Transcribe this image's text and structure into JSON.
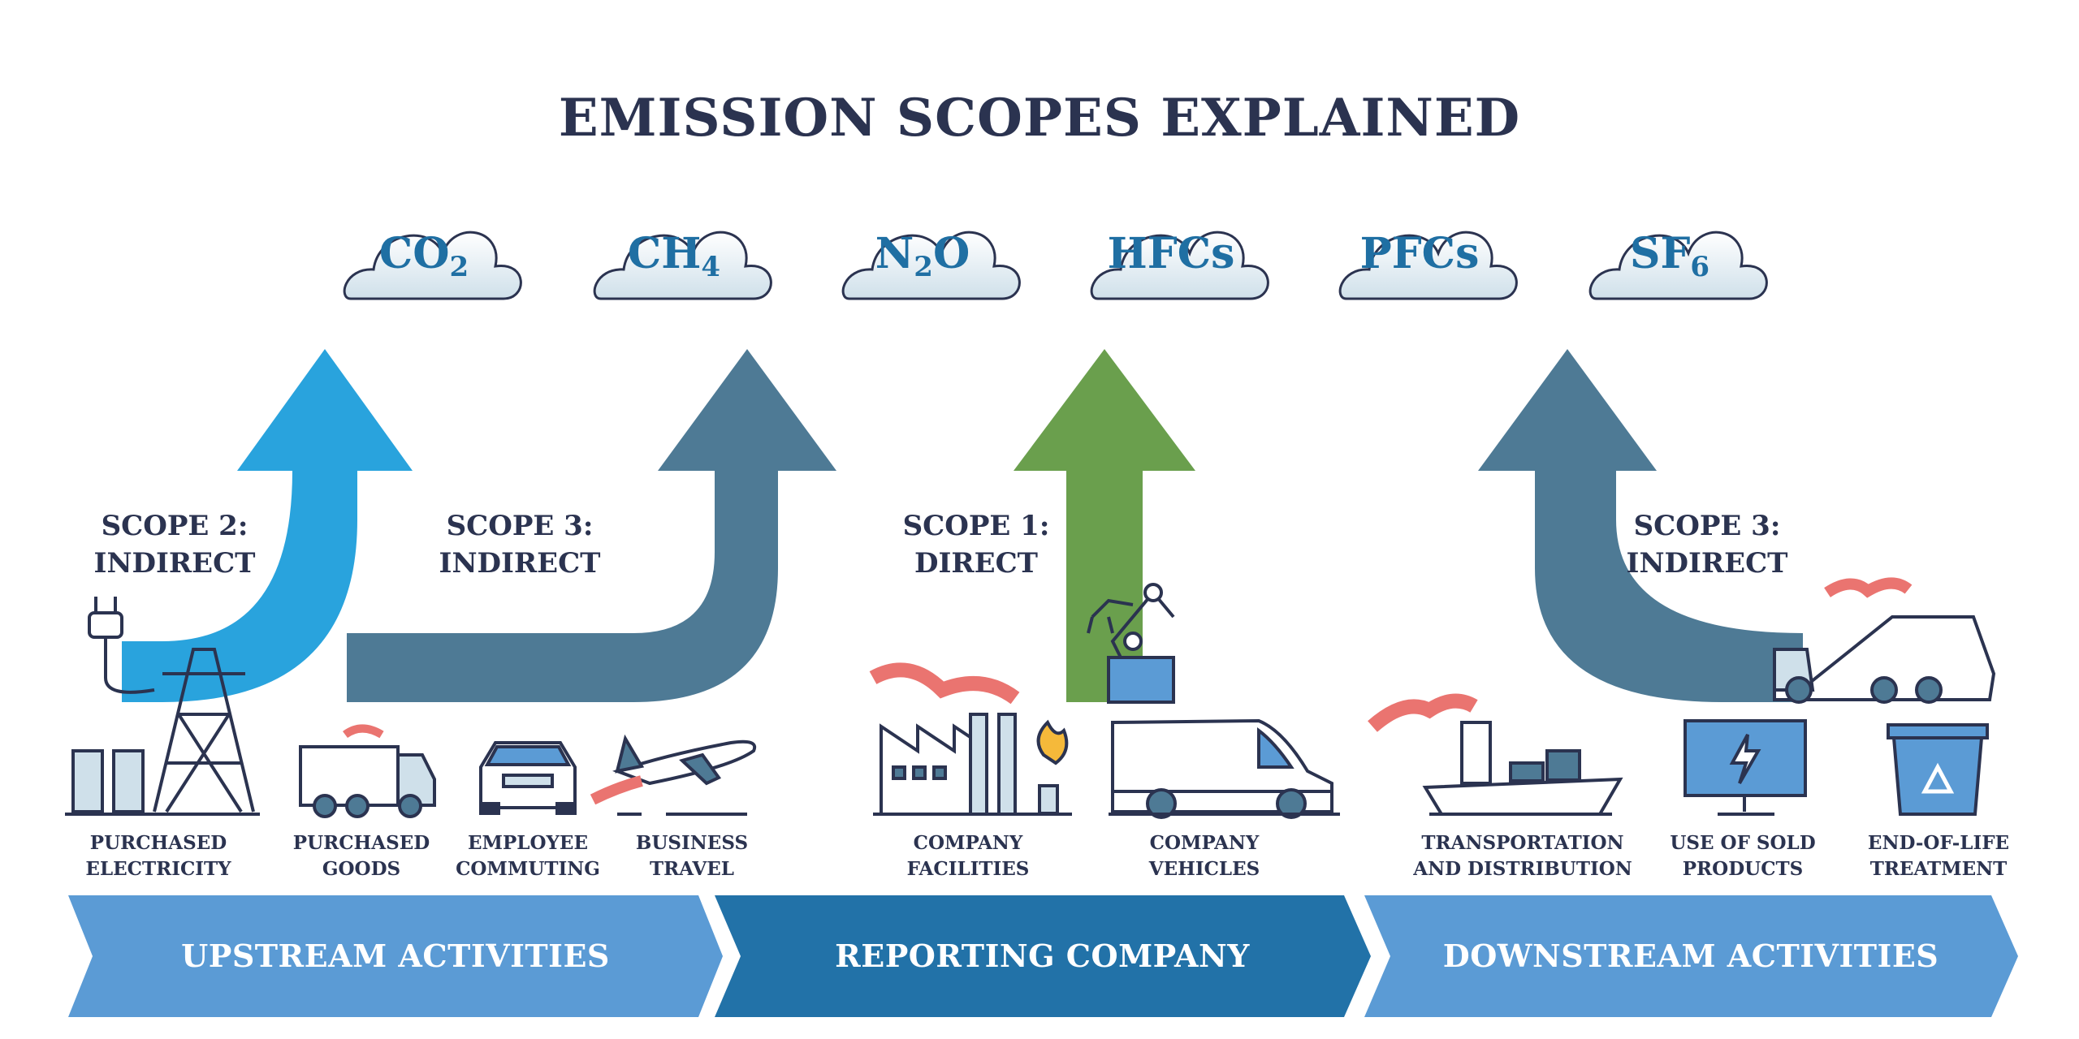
{
  "title": "EMISSION SCOPES EXPLAINED",
  "gases": [
    {
      "base": "CO",
      "sub": "2"
    },
    {
      "base": "CH",
      "sub": "4"
    },
    {
      "base": "N",
      "sub": "2",
      "tail": "O"
    },
    {
      "base": "HFCs"
    },
    {
      "base": "PFCs"
    },
    {
      "base": "SF",
      "sub": "6"
    }
  ],
  "scopes": [
    {
      "line1": "SCOPE 2:",
      "line2": "INDIRECT"
    },
    {
      "line1": "SCOPE 3:",
      "line2": "INDIRECT"
    },
    {
      "line1": "SCOPE 1:",
      "line2": "DIRECT"
    },
    {
      "line1": "SCOPE 3:",
      "line2": "INDIRECT"
    }
  ],
  "activities": [
    {
      "line1": "PURCHASED",
      "line2": "ELECTRICITY",
      "icon": "power-tower-icon"
    },
    {
      "line1": "PURCHASED",
      "line2": "GOODS",
      "icon": "truck-icon"
    },
    {
      "line1": "EMPLOYEE",
      "line2": "COMMUTING",
      "icon": "car-icon"
    },
    {
      "line1": "BUSINESS",
      "line2": "TRAVEL",
      "icon": "airplane-icon"
    },
    {
      "line1": "COMPANY",
      "line2": "FACILITIES",
      "icon": "factory-icon"
    },
    {
      "line1": "COMPANY",
      "line2": "VEHICLES",
      "icon": "van-icon"
    },
    {
      "line1": "TRANSPORTATION",
      "line2": "AND DISTRIBUTION",
      "icon": "ship-icon"
    },
    {
      "line1": "USE OF SOLD",
      "line2": "PRODUCTS",
      "icon": "monitor-icon"
    },
    {
      "line1": "END-OF-LIFE",
      "line2": "TREATMENT",
      "icon": "recycle-bin-icon"
    }
  ],
  "bands": [
    {
      "label": "UPSTREAM ACTIVITIES",
      "color": "#5b9bd5"
    },
    {
      "label": "REPORTING COMPANY",
      "color": "#2272a8"
    },
    {
      "label": "DOWNSTREAM ACTIVITIES",
      "color": "#5b9bd5"
    }
  ],
  "colors": {
    "scope2_arrow": "#29a3dd",
    "scope3_arrow": "#4e7a95",
    "scope1_arrow": "#6a9f4d",
    "text_dark": "#2b3350",
    "gas_text": "#1f6fa3",
    "smoke": "#ea7470"
  }
}
